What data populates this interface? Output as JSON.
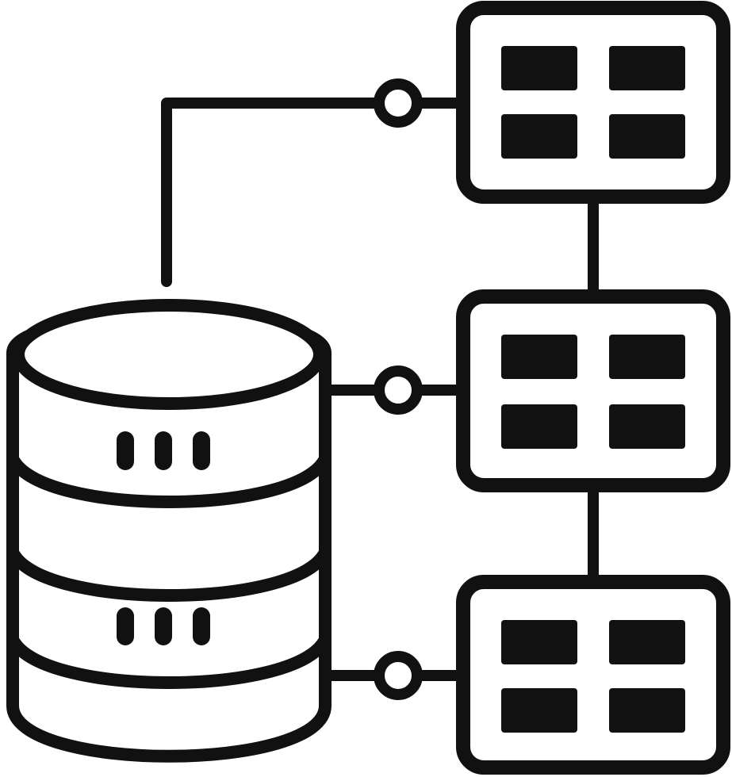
{
  "icon": {
    "name": "database-network-icon",
    "stroke_color": "#111111",
    "fill_color": "#ffffff",
    "database": {
      "disk_layers": 3,
      "slot_marks_per_layer": 3
    },
    "panels": [
      {
        "id": "top",
        "tiles": 4
      },
      {
        "id": "middle",
        "tiles": 4
      },
      {
        "id": "bottom",
        "tiles": 4
      }
    ],
    "connectors": 3
  }
}
